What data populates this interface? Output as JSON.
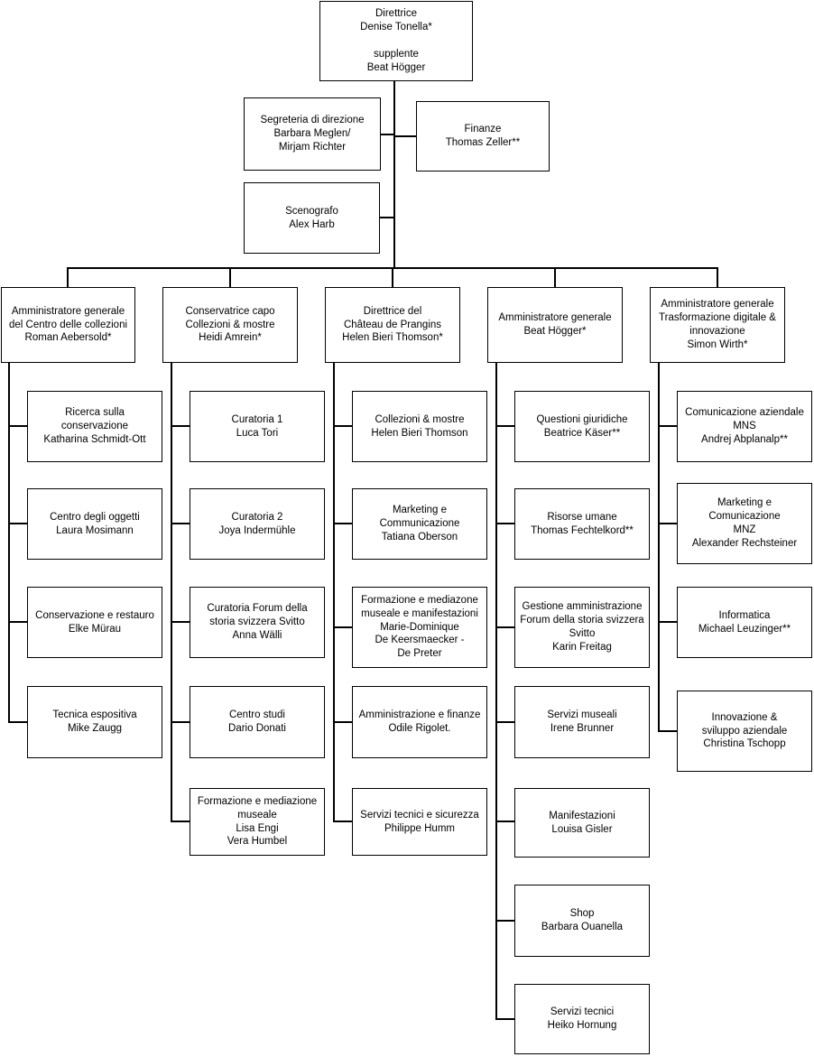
{
  "background_color": "#ffffff",
  "box_border_color": "#000000",
  "line_color": "#000000",
  "root": "Direttrice\nDenise Tonella*\n\nsupplente\nBeat Högger",
  "staff": {
    "segreteria": "Segreteria di direzione\nBarbara Meglen/\nMirjam Richter",
    "finanze": "Finanze\nThomas Zeller**",
    "scenografo": "Scenografo\nAlex Harb"
  },
  "columns": [
    {
      "head": "Amministratore generale\ndel Centro delle collezioni\nRoman Aebersold*",
      "children": [
        "Ricerca sulla\nconservazione\nKatharina Schmidt-Ott",
        "Centro degli oggetti\nLaura Mosimann",
        "Conservazione e restauro\nElke Mürau",
        "Tecnica espositiva\nMike Zaugg"
      ]
    },
    {
      "head": "Conservatrice capo\nCollezioni & mostre\nHeidi Amrein*",
      "children": [
        "Curatoria 1\nLuca Tori",
        "Curatoria 2\nJoya Indermühle",
        "Curatoria Forum della\nstoria svizzera Svitto\nAnna Wälli",
        "Centro studi\nDario Donati",
        "Formazione e mediazione\nmuseale\nLisa Engi\nVera Humbel"
      ]
    },
    {
      "head": "Direttrice del\nChâteau de Prangins\nHelen Bieri Thomson*",
      "children": [
        "Collezioni & mostre\nHelen Bieri Thomson",
        "Marketing e\nCommunicazione\nTatiana Oberson",
        "Formazione e mediazone\nmuseale e manifestazioni\nMarie-Dominique\nDe Keersmaecker -\nDe Preter",
        "Amministrazione e finanze\nOdile Rigolet.",
        "Servizi tecnici e sicurezza\nPhilippe Humm"
      ]
    },
    {
      "head": "Amministratore generale\nBeat Högger*",
      "children": [
        "Questioni giuridiche\nBeatrice Käser**",
        "Risorse umane\nThomas Fechtelkord**",
        "Gestione amministrazione\nForum della storia svizzera\nSvitto\nKarin Freitag",
        "Servizi museali\nIrene Brunner",
        "Manifestazioni\nLouisa Gisler",
        "Shop\nBarbara Ouanella",
        "Servizi tecnici\nHeiko Hornung"
      ]
    },
    {
      "head": "Amministratore generale\nTrasformazione digitale &\ninnovazione\nSimon Wirth*",
      "children": [
        "Comunicazione aziendale\nMNS\nAndrej Abplanalp**",
        "Marketing e\nComunicazione\nMNZ\nAlexander Rechsteiner",
        "Informatica\nMichael Leuzinger**",
        "Innovazione &\nsviluppo aziendale\nChristina Tschopp"
      ]
    }
  ]
}
